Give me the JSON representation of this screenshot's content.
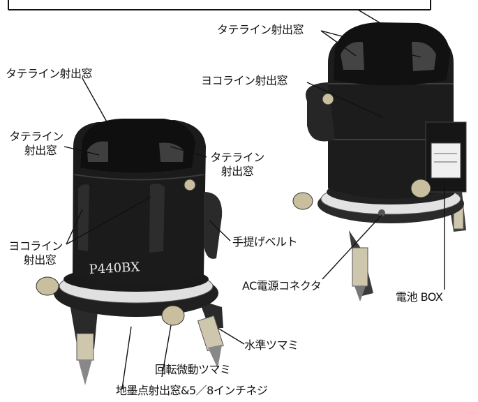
{
  "labels": {
    "top_right_vertical": "タテライン射出窓",
    "top_left_vertical": "タテライン射出窓",
    "right_horizontal": "ヨコライン射出窓",
    "left_vertical_2_line1": "タテライン",
    "left_vertical_2_line2": "射出窓",
    "mid_vertical_line1": "タテライン",
    "mid_vertical_line2": "射出窓",
    "left_horizontal_line1": "ヨコライン",
    "left_horizontal_line2": "射出窓",
    "handle_belt": "手提げベルト",
    "ac_connector": "AC電源コネクタ",
    "battery_box": "電池 BOX",
    "level_knob": "水準ツマミ",
    "fine_rotation_knob": "回転微動ツマミ",
    "ground_point_window": "地墨点射出窓&5／8インチネジ"
  },
  "device": {
    "model_badge": "P440BX"
  },
  "colors": {
    "ink": "#111111",
    "body_dark": "#1a1a1a",
    "body_mid": "#2e2e2e",
    "ring": "#d8d8d8",
    "brass": "#b9a57a"
  }
}
